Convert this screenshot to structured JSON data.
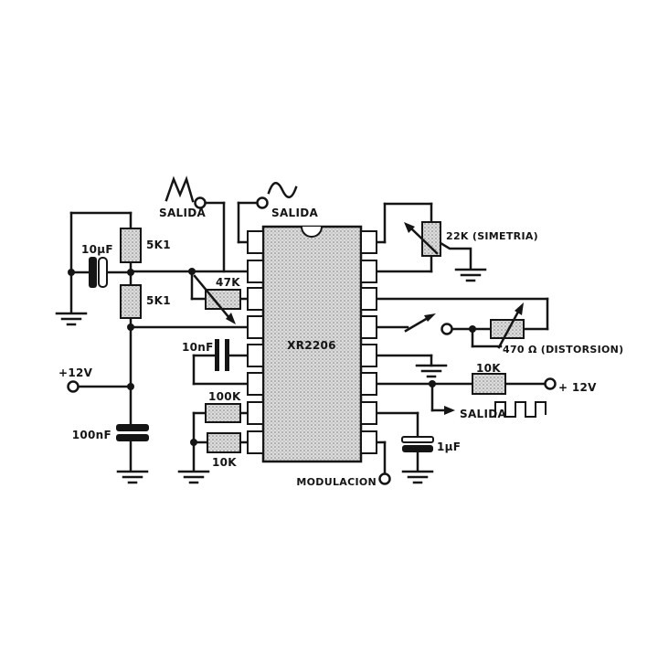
{
  "schematic": {
    "ic_label": "XR2206",
    "labels": {
      "cap10uf": "10µF",
      "r5k1a": "5K1",
      "r5k1b": "5K1",
      "salida_tri": "SALIDA",
      "salida_sin": "SALIDA",
      "pot47k": "47K",
      "pot22k": "22K (SIMETRIA)",
      "pot470": "470 Ω (DISTORSION)",
      "r10k_pullup": "10K",
      "v12_right": "+ 12V",
      "salida_sq": "SALIDA",
      "cap1uf": "1µF",
      "modulacion": "MODULACION",
      "cap10nf": "10nF",
      "r100k": "100K",
      "r10k_bottom": "10K",
      "v12_left": "+12V",
      "cap100nf": "100nF"
    },
    "colors": {
      "line": "#151515",
      "component_fill_base": "#dcdcdc",
      "background": "#ffffff"
    }
  }
}
